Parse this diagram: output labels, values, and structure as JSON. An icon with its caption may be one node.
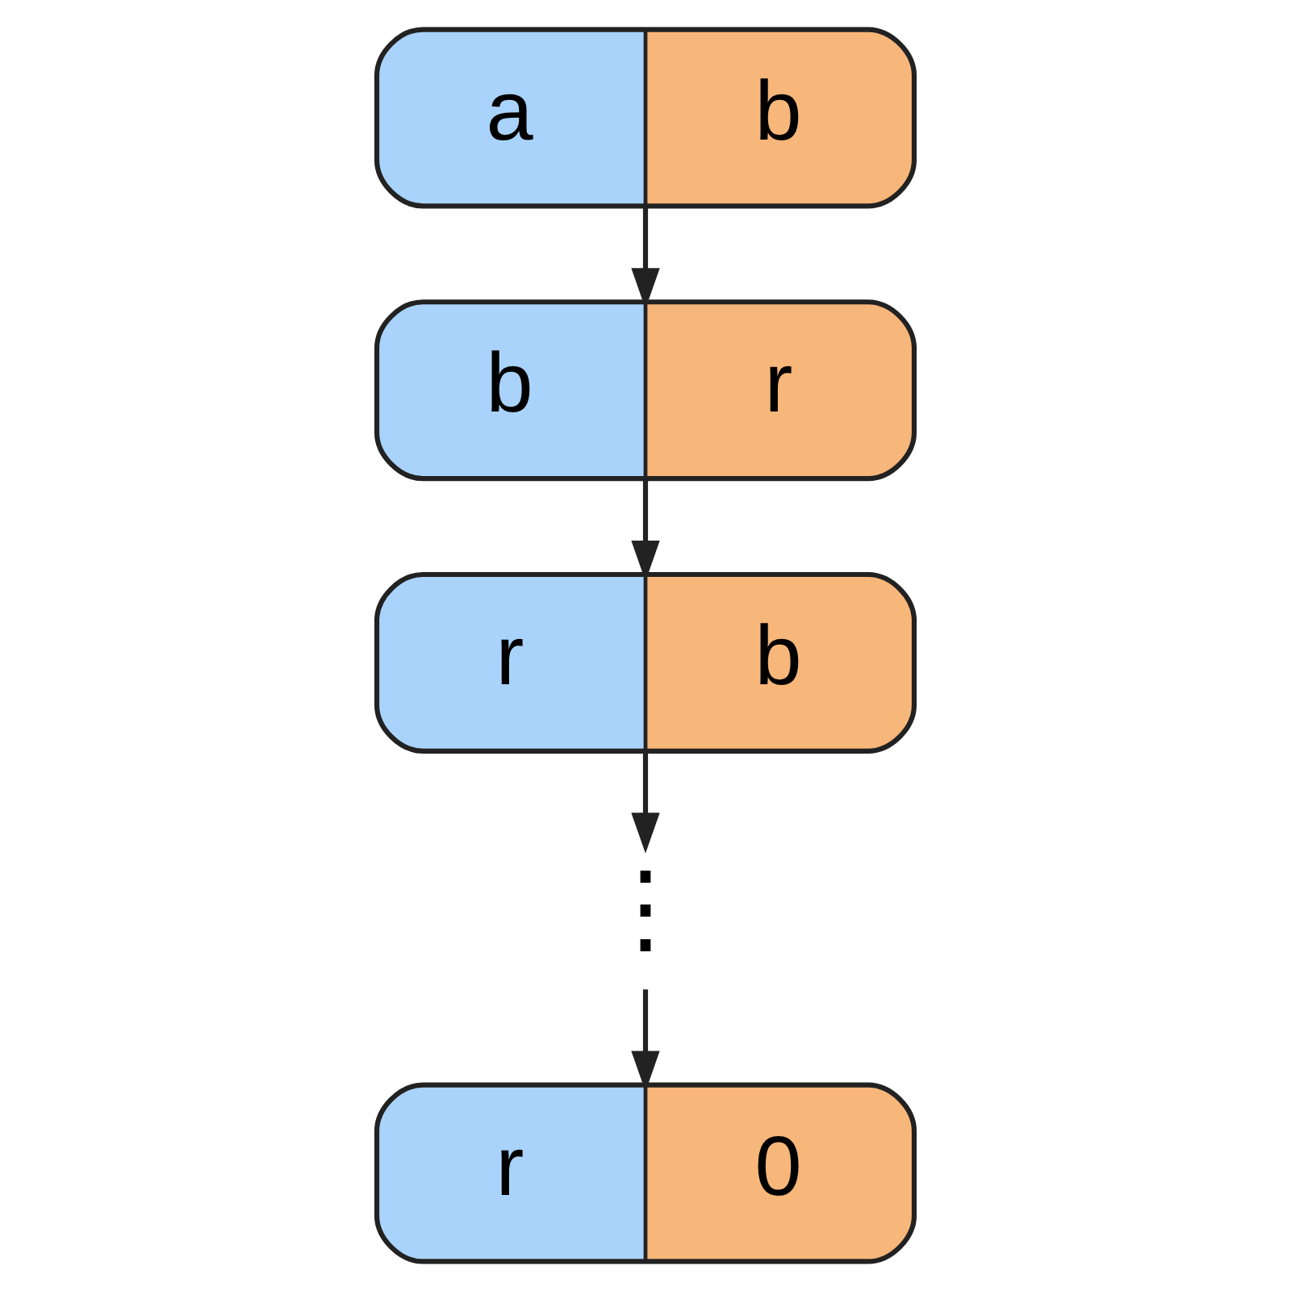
{
  "diagram": {
    "nodes": [
      {
        "text": [
          "a",
          "b"
        ]
      },
      {
        "text": [
          "b",
          "r"
        ]
      },
      {
        "text": [
          "r",
          "b"
        ]
      },
      {
        "text": [
          "⋮"
        ]
      },
      {
        "text": [
          "r",
          "0"
        ]
      }
    ],
    "edges": [
      {
        "from": 0,
        "to": 1,
        "arrow": "to"
      },
      {
        "from": 1,
        "to": 2,
        "arrow": "to"
      },
      {
        "from": 2,
        "to": 3,
        "arrow": "to"
      },
      {
        "from": 3,
        "to": 4,
        "arrow": "to"
      }
    ]
  }
}
